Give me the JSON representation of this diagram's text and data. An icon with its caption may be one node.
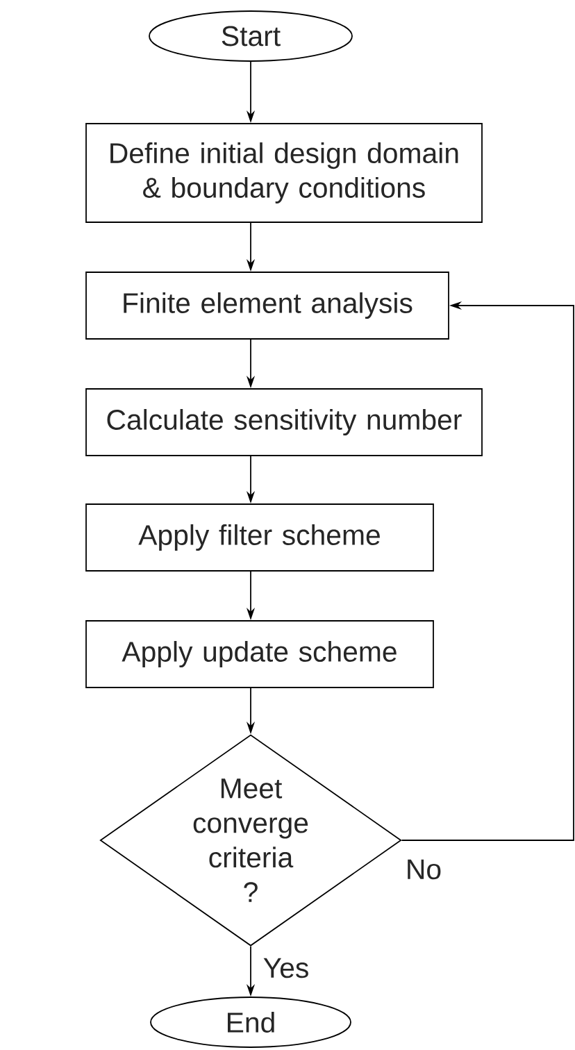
{
  "diagram": {
    "nodes": [
      {
        "text": [
          "Start"
        ]
      },
      {
        "text": [
          "Define initial design domain & boundary conditions"
        ]
      },
      {
        "text": [
          "Finite element analysis"
        ]
      },
      {
        "text": [
          "Calculate sensitivity number"
        ]
      },
      {
        "text": [
          "Apply filter scheme"
        ]
      },
      {
        "text": [
          "Apply update scheme"
        ]
      },
      {
        "text": [
          "Meet converge criteria ?"
        ]
      },
      {
        "text": [
          "End"
        ]
      }
    ],
    "edges": [
      {
        "from": 0,
        "to": 1,
        "arrow": "to"
      },
      {
        "from": 1,
        "to": 2,
        "arrow": "to"
      },
      {
        "from": 2,
        "to": 3,
        "arrow": "to"
      },
      {
        "from": 3,
        "to": 4,
        "arrow": "to"
      },
      {
        "from": 4,
        "to": 5,
        "arrow": "to"
      },
      {
        "from": 5,
        "to": 6,
        "arrow": "to"
      },
      {
        "from": 6,
        "to": 7,
        "arrow": "to",
        "label": "Yes"
      },
      {
        "from": 6,
        "to": 2,
        "arrow": "to",
        "label": "No"
      }
    ]
  }
}
